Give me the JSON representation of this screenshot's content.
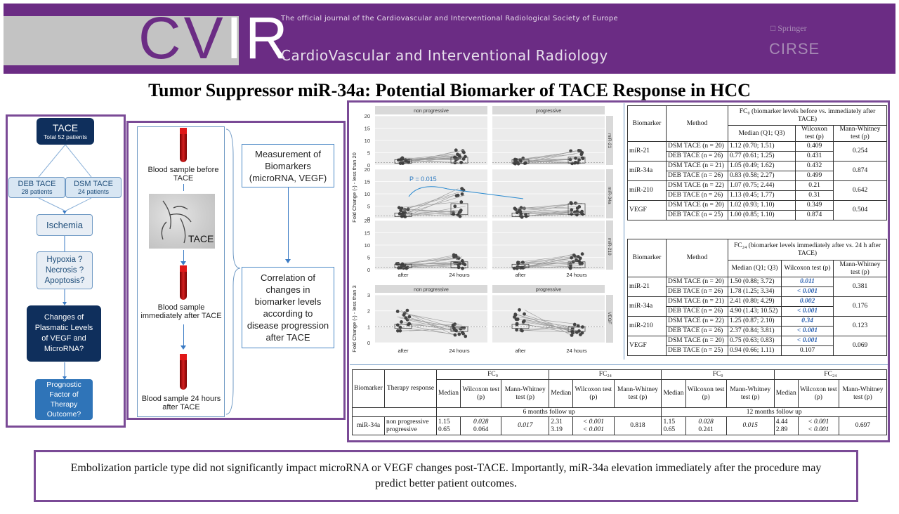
{
  "banner": {
    "logo_left": "CV",
    "logo_right": "IR",
    "tagline": "The official journal of the  Cardiovascular and Interventional Radiological Society of Europe",
    "journal_name": "CardioVascular and Interventional Radiology",
    "springer": "Springer",
    "cirse": "CIRSE"
  },
  "title": "Tumor Suppressor miR-34a: Potential Biomarker of TACE Response in HCC",
  "flow": {
    "tace_title": "TACE",
    "tace_sub": "Total 52 patients",
    "deb_title": "DEB TACE",
    "deb_sub": "28 patients",
    "dsm_title": "DSM TACE",
    "dsm_sub": "24 patients",
    "ischemia": "Ischemia",
    "hypoxia": "Hypoxia ? Necrosis ? Apoptosis?",
    "changes": "Changes of Plasmatic Levels of VEGF and MicroRNA?",
    "prognostic": "Prognostic Factor of Therapy Outcome?"
  },
  "samples": {
    "before": "Blood sample before TACE",
    "tace_label": "TACE",
    "after": "Blood sample immediately after TACE",
    "later": "Blood sample 24 hours after TACE",
    "measurement": "Measurement of Biomarkers (microRNA, VEGF)",
    "correlation": "Correlation of changes in biomarker levels according to disease progression after TACE"
  },
  "chart_data": {
    "type": "scatter",
    "panels": [
      "non progressive",
      "progressive"
    ],
    "rows": [
      "miR-21",
      "miR-34a",
      "miR-210"
    ],
    "ylabel": "Fold Change (-) - less than 20",
    "y_ticks": [
      0,
      5,
      10,
      15,
      20
    ],
    "x_ticks": [
      "after",
      "24 hours"
    ],
    "annotation": "P = 0.015",
    "vegf": {
      "row": "VEGF",
      "ylabel": "Fold Change (-) - less than 3",
      "y_ticks": [
        0,
        1,
        2,
        3
      ],
      "x_ticks": [
        "after",
        "24 hours"
      ]
    }
  },
  "table1": {
    "header": [
      "Biomarker",
      "Method",
      "FC₀ (biomarker levels before vs. immediately after TACE)",
      "Median (Q1; Q3)",
      "Wilcoxon test (p)",
      "Mann-Whitney test (p)"
    ],
    "rows": [
      {
        "b": "miR-21",
        "m1": "DSM TACE (n = 20)",
        "v1": "1.12 (0.70; 1.51)",
        "w1": "0.409",
        "m2": "DEB TACE (n = 26)",
        "v2": "0.77 (0.61; 1.25)",
        "w2": "0.431",
        "mw": "0.254"
      },
      {
        "b": "miR-34a",
        "m1": "DSM TACE (n = 21)",
        "v1": "1.05 (0.49; 1.62)",
        "w1": "0.432",
        "m2": "DEB TACE (n = 26)",
        "v2": "0.83 (0.58; 2.27)",
        "w2": "0.499",
        "mw": "0.874"
      },
      {
        "b": "miR-210",
        "m1": "DSM TACE (n = 22)",
        "v1": "1.07 (0.75; 2.44)",
        "w1": "0.21",
        "m2": "DEB TACE (n = 26)",
        "v2": "1.13 (0.45; 1.77)",
        "w2": "0.31",
        "mw": "0.642"
      },
      {
        "b": "VEGF",
        "m1": "DSM TACE (n = 20)",
        "v1": "1.02 (0.93; 1.10)",
        "w1": "0.349",
        "m2": "DEB TACE (n = 25)",
        "v2": "1.00 (0.85; 1.10)",
        "w2": "0.874",
        "mw": "0.504"
      }
    ]
  },
  "table2": {
    "header": [
      "Biomarker",
      "Method",
      "FC₂₄ (biomarker levels immediately after vs. 24 h after TACE)",
      "Median (Q1; Q3)",
      "Wilcoxon test (p)",
      "Mann-Whitney test (p)"
    ],
    "rows": [
      {
        "b": "miR-21",
        "m1": "DSM TACE (n = 20)",
        "v1": "1.50 (0.88; 3.72)",
        "w1": "0.011",
        "m2": "DEB TACE (n = 26)",
        "v2": "1.78 (1.25; 3.34)",
        "w2": "< 0.001",
        "mw": "0.381"
      },
      {
        "b": "miR-34a",
        "m1": "DSM TACE (n = 21)",
        "v1": "2.41 (0.80; 4.29)",
        "w1": "0.002",
        "m2": "DEB TACE (n = 26)",
        "v2": "4.90 (1.43; 10.52)",
        "w2": "< 0.001",
        "mw": "0.176"
      },
      {
        "b": "miR-210",
        "m1": "DSM TACE (n = 22)",
        "v1": "1.25 (0.87; 2.10)",
        "w1": "0.34",
        "m2": "DEB TACE (n = 26)",
        "v2": "2.37 (0.84; 3.81)",
        "w2": "< 0.001",
        "mw": "0.123"
      },
      {
        "b": "VEGF",
        "m1": "DSM TACE (n = 20)",
        "v1": "0.75 (0.63; 0.83)",
        "w1": "< 0.001",
        "m2": "DEB TACE (n = 25)",
        "v2": "0.94 (0.66; 1.11)",
        "w2": "0.107",
        "mw": "0.069"
      }
    ]
  },
  "table3": {
    "biomarker": "Biomarker",
    "response": "Therapy response",
    "fc0": "FC₀",
    "fc24": "FC₂₄",
    "median": "Median",
    "wilcoxon": "Wilcoxon test (p)",
    "mann": "Mann-Whitney test (p)",
    "mann2": "Mann-Whitney test (p)",
    "follow6": "6 months follow up",
    "follow12": "12 months follow up",
    "row_b": "miR-34a",
    "resp1": "non progressive",
    "resp2": "progressive",
    "m6a1": "1.15",
    "m6a2": "0.65",
    "w6a1": "0.028",
    "w6a2": "0.064",
    "mw6a": "0.017",
    "m6b1": "2.31",
    "m6b2": "3.19",
    "w6b1": "< 0.001",
    "w6b2": "< 0.001",
    "mw6b": "0.818",
    "m12a1": "1.15",
    "m12a2": "0.65",
    "w12a1": "0.028",
    "w12a2": "0.241",
    "mw12a": "0.015",
    "m12b1": "4.44",
    "m12b2": "2.89",
    "w12b1": "< 0.001",
    "w12b2": "< 0.001",
    "mw12b": "0.697"
  },
  "summary": "Embolization particle type did not significantly impact microRNA or VEGF changes post-TACE.  Importantly, miR-34a elevation immediately after the procedure may predict better patient outcomes."
}
